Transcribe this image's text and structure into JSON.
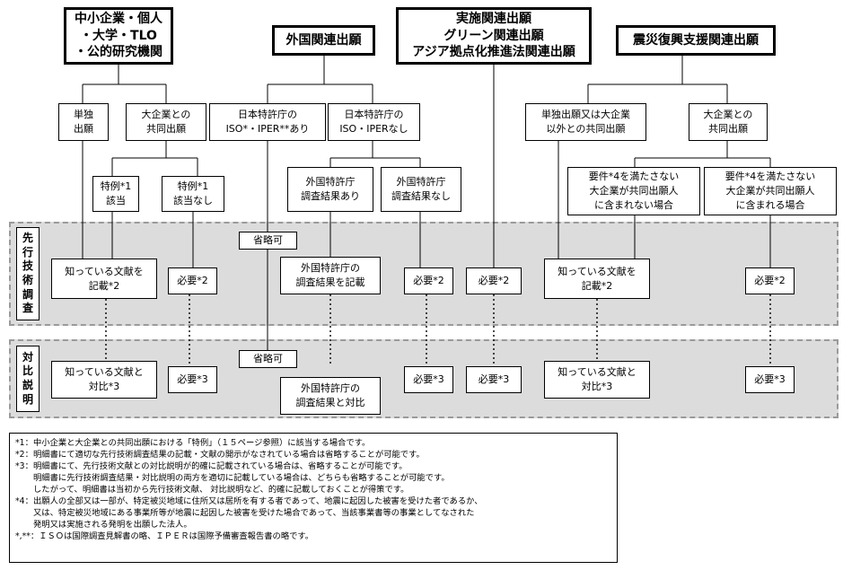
{
  "headers": {
    "sme": "中小企業・個人\n・大学・TLO\n・公的研究機関",
    "foreign": "外国関連出願",
    "special": "実施関連出願\nグリーン関連出願\nアジア拠点化推進法関連出願",
    "disaster": "震災復興支援関連出願"
  },
  "nodes": {
    "sme_single": "単独\n出願",
    "sme_joint": "大企業との\n共同出願",
    "exception_yes": "特例*1\n該当",
    "exception_no": "特例*1\n該当なし",
    "jpo_iso_yes": "日本特許庁の\nISO*・IPER**あり",
    "jpo_iso_no": "日本特許庁の\nISO・IPERなし",
    "foreign_result_yes": "外国特許庁\n調査結果あり",
    "foreign_result_no": "外国特許庁\n調査結果なし",
    "dis_single": "単独出願又は大企業\n以外との共同出願",
    "dis_joint": "大企業との\n共同出願",
    "req_not_included": "要件*4を満たさない\n大企業が共同出願人\nに含まれない場合",
    "req_included": "要件*4を満たさない\n大企業が共同出願人\nに含まれる場合"
  },
  "bands": {
    "search_label": "先\n行\n技\n術\n調\n査",
    "compare_label": "対\n比\n説\n明"
  },
  "search_row": {
    "known_docs": "知っている文献を\n記載*2",
    "required_a": "必要*2",
    "omit": "省略可",
    "foreign_describe": "外国特許庁の\n調査結果を記載",
    "required_b": "必要*2",
    "required_c": "必要*2",
    "known_docs_dis": "知っている文献を\n記載*2",
    "required_d": "必要*2"
  },
  "compare_row": {
    "known_compare": "知っている文献と\n対比*3",
    "required_a": "必要*3",
    "omit": "省略可",
    "foreign_compare": "外国特許庁の\n調査結果と対比",
    "required_b": "必要*3",
    "required_c": "必要*3",
    "known_compare_dis": "知っている文献と\n対比*3",
    "required_d": "必要*3"
  },
  "notes": [
    {
      "key": "*1：",
      "text": "中小企業と大企業との共同出願における「特例」（１５ページ参照）に該当する場合です。"
    },
    {
      "key": "*2：",
      "text": "明細書にて適切な先行技術調査結果の記載・文献の開示がなされている場合は省略することが可能です。"
    },
    {
      "key": "*3：",
      "text": "明細書にて、先行技術文献との対比説明が的確に記載されている場合は、省略することが可能です。"
    },
    {
      "key": "",
      "text": "明細書に先行技術調査結果・対比説明の両方を適切に記載している場合は、どちらも省略することが可能です。"
    },
    {
      "key": "",
      "text": "したがって、明細書は当初から先行技術文献、 対比説明など、的確に記載しておくことが得策です。"
    },
    {
      "key": "*4：",
      "text": "出願人の全部又は一部が、特定被災地域に住所又は居所を有する者であって、地震に起因した被害を受けた者であるか、"
    },
    {
      "key": "",
      "text": "又は、特定被災地域にある事業所等が地震に起因した被害を受けた場合であって、当該事業書等の事業としてなされた"
    },
    {
      "key": "",
      "text": "発明又は実施される発明を出願した法人。"
    },
    {
      "key": "*,**：",
      "text": "ＩＳＯは国際調査見解書の略、ＩＰＥＲは国際予備審査報告書の略です。"
    }
  ]
}
